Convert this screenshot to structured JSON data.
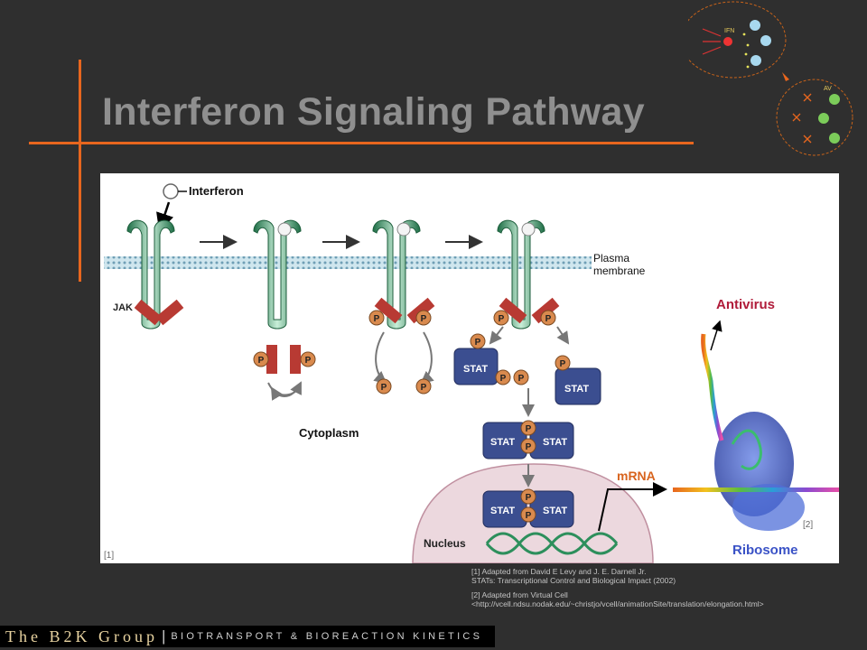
{
  "slide": {
    "title": "Interferon Signaling Pathway"
  },
  "corner_graphic": {
    "ifn_label": "IFN",
    "av_label": "AV"
  },
  "diagram": {
    "interferon_label": "Interferon",
    "jak_label": "JAK",
    "membrane_label_1": "Plasma",
    "membrane_label_2": "membrane",
    "cytoplasm_label": "Cytoplasm",
    "nucleus_label": "Nucleus",
    "phosphate_symbol": "P",
    "stat_label": "STAT",
    "antivirus_label": "Antivirus",
    "mrna_label": "mRNA",
    "ribosome_label": "Ribosome",
    "ref_mark_1": "[1]",
    "ref_mark_2": "[2]",
    "colors": {
      "receptor": "#2d8f5c",
      "jak": "#b83a33",
      "phosphate": "#d98a4e",
      "stat": "#3b4e90",
      "antivirus": "#b01c3a",
      "mrna": "#d8641e",
      "ribosome": "#3a52c6"
    }
  },
  "references": [
    {
      "line1": "[1] Adapted from David E Levy and J. E. Darnell Jr.",
      "line2": "STATs: Transcriptional Control and Biological Impact (2002)"
    },
    {
      "line1": "[2] Adapted from Virtual Cell",
      "line2": "<http://vcell.ndsu.nodak.edu/~christjo/vcell/animationSite/translation/elongation.html>"
    }
  ],
  "footer": {
    "brand": "The B2K Group",
    "separator": "|",
    "tagline": "BIOTRANSPORT & BIOREACTION KINETICS"
  }
}
